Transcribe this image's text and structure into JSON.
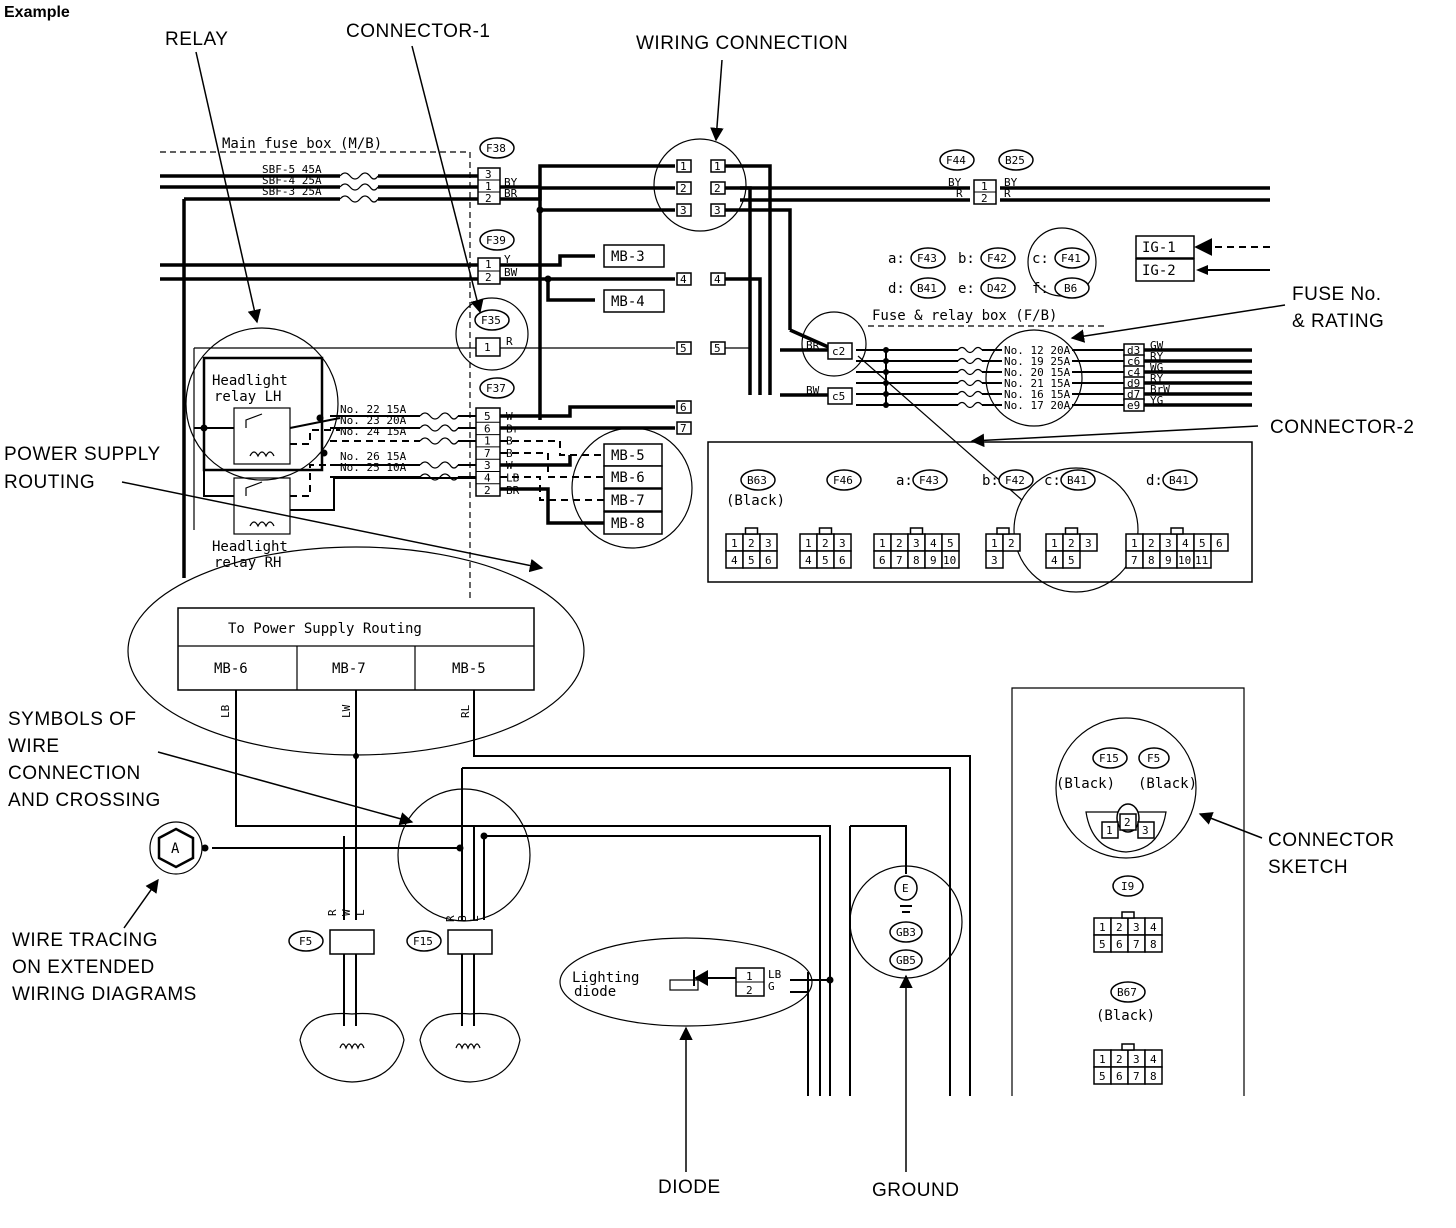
{
  "heading": "Example",
  "callouts": {
    "relay": "RELAY",
    "connector1": "CONNECTOR-1",
    "wiring_connection": "WIRING CONNECTION",
    "fuse_rating_1": "FUSE No.",
    "fuse_rating_2": "& RATING",
    "connector2": "CONNECTOR-2",
    "power_supply_1": "POWER SUPPLY",
    "power_supply_2": "ROUTING",
    "symbols_1": "SYMBOLS OF",
    "symbols_2": "WIRE",
    "symbols_3": "CONNECTION",
    "symbols_4": "AND CROSSING",
    "wire_tracing_1": "WIRE TRACING",
    "wire_tracing_2": "ON EXTENDED",
    "wire_tracing_3": "WIRING DIAGRAMS",
    "connector_sketch_1": "CONNECTOR",
    "connector_sketch_2": "SKETCH",
    "diode": "DIODE",
    "ground": "GROUND"
  },
  "main_fuse_box": {
    "title": "Main fuse box (M/B)",
    "fuses": [
      "SBF-5 45A",
      "SBF-4 25A",
      "SBF-3 25A"
    ]
  },
  "fuse_relay_box": {
    "title": "Fuse & relay box (F/B)",
    "fuses": [
      "No. 12 20A",
      "No. 19 25A",
      "No. 20 15A",
      "No. 21 15A",
      "No. 16 15A",
      "No. 17 20A"
    ],
    "right_pins": [
      "d3",
      "c6",
      "c4",
      "d9",
      "d7",
      "e9"
    ],
    "right_colors": [
      "GW",
      "RY",
      "WG",
      "RY",
      "BrW",
      "YG"
    ],
    "left_pins": [
      "c2",
      "c5"
    ],
    "left_colors": [
      "BR",
      "BW"
    ]
  },
  "relay_fuses": [
    "No. 22 15A",
    "No. 23 20A",
    "No. 24 15A",
    "No. 26 15A",
    "No. 25 10A"
  ],
  "relays": {
    "lh_1": "Headlight",
    "lh_2": "relay LH",
    "rh_1": "Headlight",
    "rh_2": "relay RH"
  },
  "connectors": {
    "F38": "F38",
    "F39": "F39",
    "F35": "F35",
    "F37": "F37",
    "F44": "F44",
    "B25": "B25",
    "F38_colors": [
      "BY",
      "BR"
    ],
    "F39_colors": [
      "Y",
      "BW"
    ],
    "F35_color": "R",
    "F37_colors": [
      "W",
      "Br",
      "B",
      "B",
      "W",
      "LB",
      "BR"
    ],
    "F44_colors": [
      "BY",
      "R",
      "BY",
      "R"
    ],
    "F38_pins": [
      "3",
      "1",
      "2"
    ],
    "F39_pins": [
      "1",
      "2"
    ],
    "F35_pin": "1",
    "F37_pins": [
      "5",
      "6",
      "1",
      "7",
      "3",
      "4",
      "2"
    ],
    "F44_pins": [
      "1",
      "2"
    ]
  },
  "wiring_connection_pins": [
    "1",
    "2",
    "3",
    "4",
    "5",
    "6",
    "7"
  ],
  "mb_outputs": [
    "MB-3",
    "MB-4",
    "MB-5",
    "MB-6",
    "MB-7",
    "MB-8"
  ],
  "ig": [
    "IG-1",
    "IG-2"
  ],
  "connector_key": {
    "row1": {
      "a": "a:",
      "a_id": "F43",
      "b": "b:",
      "b_id": "F42",
      "c": "c:",
      "c_id": "F41"
    },
    "row2": {
      "d": "d:",
      "d_id": "B41",
      "e": "e:",
      "e_id": "D42",
      "f": "f:",
      "f_id": "B6"
    }
  },
  "connector2_panel": {
    "items": [
      {
        "id": "B63",
        "note": "(Black)",
        "pins": [
          "1",
          "2",
          "3",
          "4",
          "5",
          "6"
        ]
      },
      {
        "id": "F46",
        "note": "",
        "pins": [
          "1",
          "2",
          "3",
          "4",
          "5",
          "6"
        ]
      },
      {
        "prefix": "a:",
        "id": "F43",
        "pins": [
          "1",
          "2",
          "3",
          "4",
          "5",
          "6",
          "7",
          "8",
          "9",
          "10"
        ]
      },
      {
        "prefix": "b:",
        "id": "F42",
        "pins": [
          "1",
          "2",
          "3"
        ]
      },
      {
        "prefix": "c:",
        "id": "B41",
        "pins": [
          "1",
          "2",
          "3",
          "4",
          "5"
        ]
      },
      {
        "prefix": "d:",
        "id": "B41",
        "pins": [
          "1",
          "2",
          "3",
          "4",
          "5",
          "6",
          "7",
          "8",
          "9",
          "10",
          "11"
        ]
      }
    ]
  },
  "power_routing_table": {
    "title": "To Power Supply Routing",
    "cells": [
      "MB-6",
      "MB-7",
      "MB-5"
    ],
    "wire_colors": [
      "LB",
      "LW",
      "RL"
    ]
  },
  "wire_tracing_symbol": "A",
  "headlamps": {
    "left_id": "F5",
    "right_id": "F15",
    "left_colors": [
      "R",
      "W",
      "L"
    ],
    "right_colors": [
      "R",
      "B",
      "L"
    ]
  },
  "diode": {
    "label_1": "Lighting",
    "label_2": "diode",
    "pins": [
      "1",
      "2"
    ],
    "colors": [
      "LB",
      "G"
    ]
  },
  "ground_block": {
    "e": "E",
    "gb3": "GB3",
    "gb5": "GB5"
  },
  "sketch_panel": {
    "f15": "F15",
    "f5": "F5",
    "black1": "(Black)",
    "black2": "(Black)",
    "pins3": [
      "1",
      "2",
      "3"
    ],
    "i9": "I9",
    "pins_i9": [
      "1",
      "2",
      "3",
      "4",
      "5",
      "6",
      "7",
      "8"
    ],
    "b67": "B67",
    "b67_note": "(Black)",
    "pins_b67": [
      "1",
      "2",
      "3",
      "4",
      "5",
      "6",
      "7",
      "8"
    ]
  }
}
